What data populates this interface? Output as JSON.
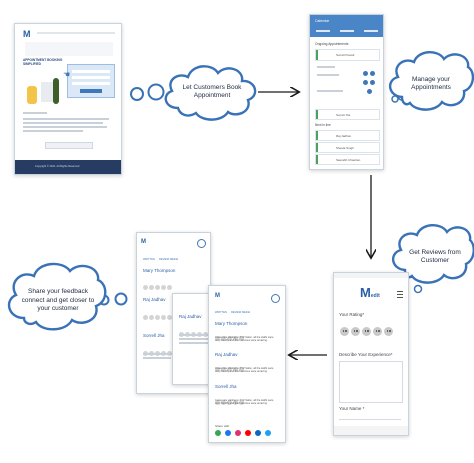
{
  "colors": {
    "accent": "#3e78b9",
    "cloud_stroke": "#3a72b7",
    "arrow": "#1a1a1a",
    "bluebar": "#4a86c7"
  },
  "icons": [
    "cloud-shape",
    "arrow-right",
    "arrow-down",
    "arrow-left",
    "hand-cursor-icon",
    "menu-icon",
    "star-icon",
    "face-icon",
    "social-icons"
  ],
  "clouds": {
    "book": "Let Customers Book Appointment",
    "manage": "Manage your Appointments",
    "reviews": "Get Reviews from Customer",
    "share": "Share your feedback connect and get closer to your customer"
  },
  "booking_page": {
    "title": "APPOINTMENT BOOKING SIMPLIFIED",
    "footer": "Copyright © 2021. All Rights Reserved"
  },
  "appointments_phone": {
    "header": "Calendar",
    "section_ongoing": "Ongoing Appointments",
    "section_next": "Next in line",
    "names": [
      "Sorrell Powell",
      "Sorrell Jha",
      "Raj Jadhav",
      "Sheela Singh",
      "Saurabh Chauhan"
    ]
  },
  "review_form": {
    "rating_label": "Your Rating*",
    "experience_label": "Describe Your Experience*",
    "name_label": "Your Name *"
  },
  "review_list": {
    "tabs": [
      "WRITTEN",
      "REVIEW MEDIA"
    ],
    "reviewers": [
      "Mary Thompson",
      "Raj Jadhav",
      "Sorrell Jha"
    ],
    "sample_text": "It was nice visiting to XYZ Salon, all the staffs were very friendly and their services were amazing.",
    "share_label": "Share with:"
  }
}
